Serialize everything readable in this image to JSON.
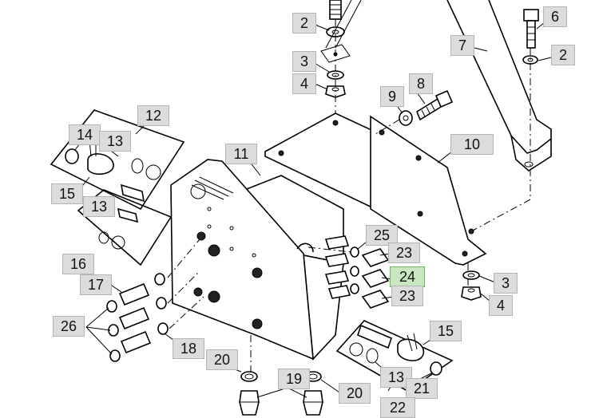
{
  "callouts": [
    {
      "id": "c2a",
      "label": "2"
    },
    {
      "id": "c3a",
      "label": "3"
    },
    {
      "id": "c4a",
      "label": "4"
    },
    {
      "id": "c6",
      "label": "6"
    },
    {
      "id": "c7",
      "label": "7"
    },
    {
      "id": "c2b",
      "label": "2"
    },
    {
      "id": "c8",
      "label": "8"
    },
    {
      "id": "c9",
      "label": "9"
    },
    {
      "id": "c10",
      "label": "10"
    },
    {
      "id": "c11",
      "label": "11"
    },
    {
      "id": "c12",
      "label": "12"
    },
    {
      "id": "c14",
      "label": "14"
    },
    {
      "id": "c13a",
      "label": "13"
    },
    {
      "id": "c15a",
      "label": "15"
    },
    {
      "id": "c13b",
      "label": "13"
    },
    {
      "id": "c16",
      "label": "16"
    },
    {
      "id": "c17",
      "label": "17"
    },
    {
      "id": "c26",
      "label": "26"
    },
    {
      "id": "c18",
      "label": "18"
    },
    {
      "id": "c20a",
      "label": "20"
    },
    {
      "id": "c19",
      "label": "19"
    },
    {
      "id": "c20b",
      "label": "20"
    },
    {
      "id": "c25",
      "label": "25"
    },
    {
      "id": "c23a",
      "label": "23"
    },
    {
      "id": "c24",
      "label": "24"
    },
    {
      "id": "c23b",
      "label": "23"
    },
    {
      "id": "c3b",
      "label": "3"
    },
    {
      "id": "c4b",
      "label": "4"
    },
    {
      "id": "c15b",
      "label": "15"
    },
    {
      "id": "c13c",
      "label": "13"
    },
    {
      "id": "c21",
      "label": "21"
    },
    {
      "id": "c22",
      "label": "22"
    }
  ],
  "highlighted_callout": "24",
  "colors": {
    "callout_fill": "#dcdcdc",
    "callout_border": "#b4b4b4",
    "highlight_fill": "#c9e8c2",
    "highlight_border": "#6fb55f",
    "line": "#000000"
  }
}
